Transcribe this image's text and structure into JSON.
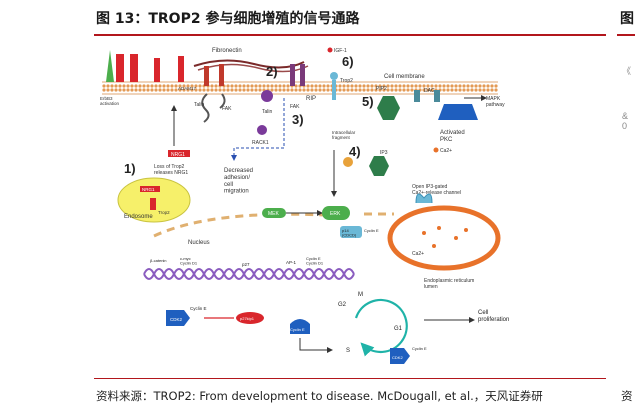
{
  "page": {
    "title": "图 13：TROP2 参与细胞增殖的信号通路",
    "right_title_fragment": "图",
    "source": "资料来源：TROP2: From development to disease. McDougall, et al.，天风证券研",
    "right_source_fragment": "资"
  },
  "side_marks": [
    "《",
    "&",
    "0"
  ],
  "diagram": {
    "step_numbers": [
      "1)",
      "2)",
      "3)",
      "4)",
      "5)",
      "6)"
    ],
    "labels": {
      "erbb3": "ErbB3\nactivation",
      "adam17": "ADAM17",
      "fibronectin": "Fibronectin",
      "talin1": "Talin",
      "talin2": "Talin",
      "fak1": "FAK",
      "fak2": "FAK",
      "rack1": "RACK1",
      "rip": "RIP",
      "intracellular": "Intracellular\nfragment",
      "igf1": "IGF-1",
      "trop2": "Trop2",
      "cell_membrane": "Cell membrane",
      "pip2": "PIP2",
      "dag": "DAG",
      "mapk": "MAPK\npathway",
      "activated_pkc": "Activated\nPKC",
      "ip3": "IP3",
      "ca_a": "Ca2+",
      "open_ip3": "Open IP3-gated\nCa2+-release channel",
      "ca_b": "Ca2+",
      "er": "Endoplasmic reticulum\nlumen",
      "nrg1_top": "NRG1",
      "loss": "Loss of Trop2\nreleases NRG1",
      "nrg1_endo": "NRG1",
      "trop2_endo": "Trop2",
      "endosome": "Endosome",
      "decreased": "Decreased\nadhesion/\ncell\nmigration",
      "mek": "MEK",
      "erk": "ERK",
      "p16_cyclin": "p14\n(CDCD)",
      "cyclin_e_top": "Cyclin E",
      "nucleus": "Nucleus",
      "ecatenin": "β-catenin",
      "cmyc": "c-myc\nCyclin D1",
      "p27": "p27",
      "ap1": "AP-1",
      "cyclin_d1b": "Cyclin E\nCyclin D1",
      "cdk2": "CDK2",
      "cyclin_e_left": "Cyclin E",
      "pten": "p27kip1",
      "cyclin_e_bottom": "Cyclin E",
      "g2": "G2",
      "m": "M",
      "g1": "G1",
      "s": "S",
      "cdk2b": "CDK2",
      "cyclin_e_g1": "Cyclin E",
      "proliferation": "Cell\nproliferation"
    }
  },
  "colors": {
    "accent_red": "#b2161c",
    "membrane": "#e8a060",
    "green_box": "#4cae4c",
    "receptor_red": "#d9262c",
    "pkc_blue": "#1f5fbf",
    "er_orange": "#e8722a",
    "endosome_yellow": "#f6f06a",
    "nucleus_dash": "#e0b070",
    "dna_purple": "#8a5cbf",
    "cyan_cycle": "#1fb3a8"
  }
}
